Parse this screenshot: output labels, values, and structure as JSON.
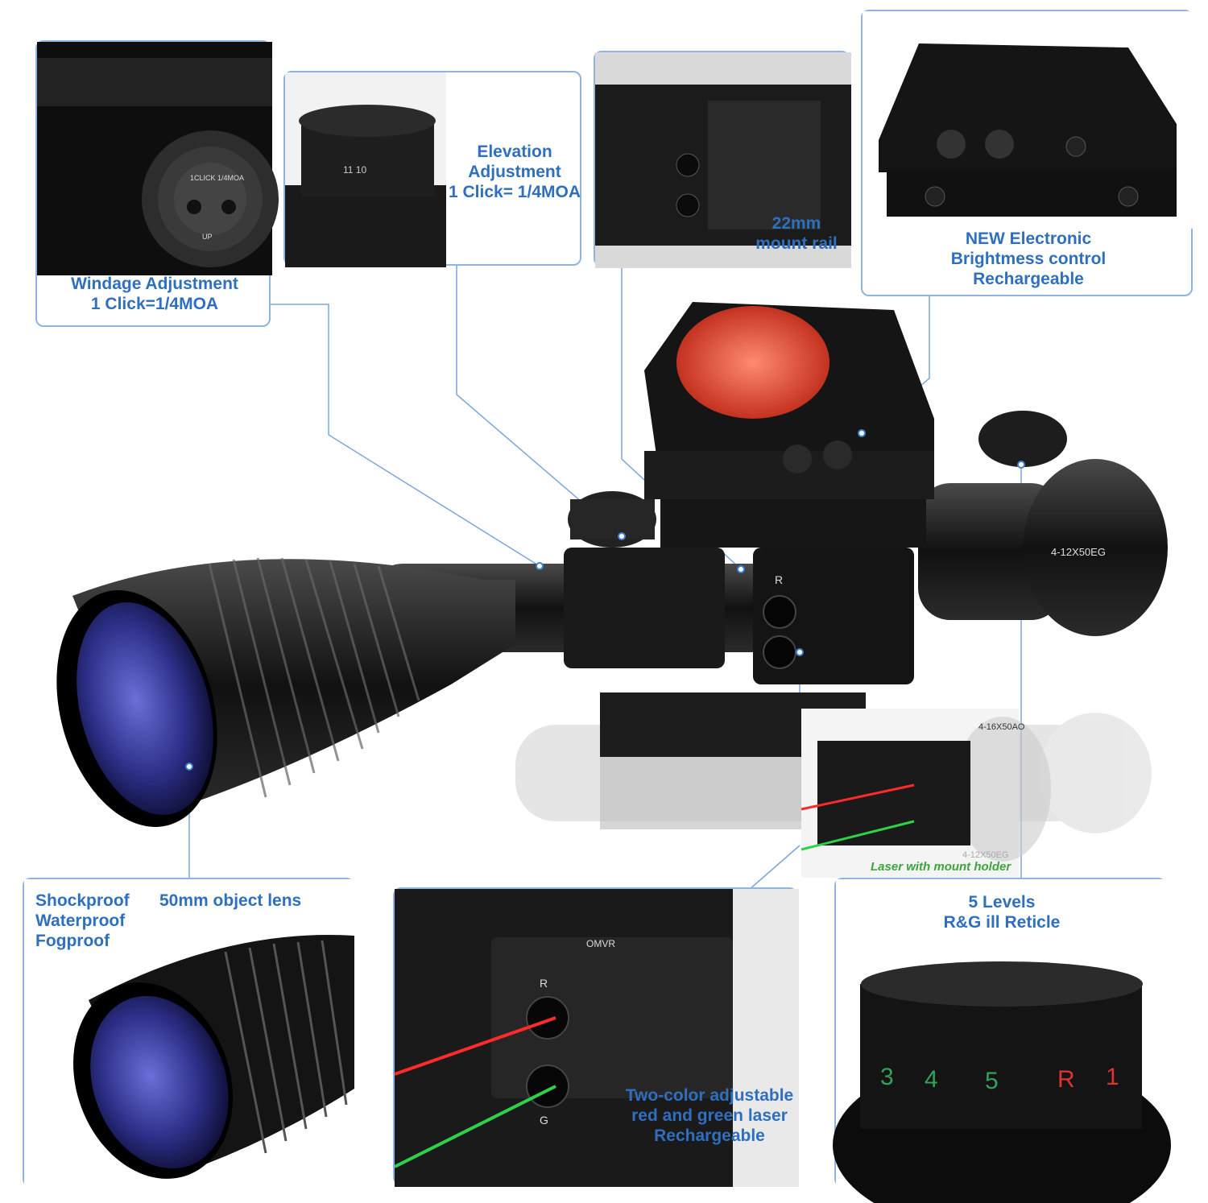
{
  "callouts": {
    "windage": {
      "title": "Windage Adjustment",
      "detail": "1 Click=1/4MOA"
    },
    "elevation": {
      "title": "Elevation",
      "title2": "Adjustment",
      "detail": "1 Click= 1/4MOA"
    },
    "mount_rail": {
      "title": "22mm",
      "title2": "mount rail"
    },
    "red_dot": {
      "line1": "NEW Electronic",
      "line2": "Brightmess control",
      "line3": "Rechargeable"
    },
    "lens": {
      "feature1": "Shockproof",
      "feature2": "Waterproof",
      "feature3": "Fogproof",
      "title": "50mm object lens"
    },
    "laser": {
      "line1": "Two-color adjustable",
      "line2": "red and green laser",
      "line3": "Rechargeable"
    },
    "reticle": {
      "line1": "5 Levels",
      "line2": "R&G ill Reticle"
    },
    "laser_holder": {
      "caption": "Laser with mount holder",
      "model": "4-16X50AO",
      "model_mirror": "4-12X50EG"
    }
  },
  "scope": {
    "model": "4-12X50EG"
  },
  "windage_knob": {
    "text": "1CLICK 1/4MOA",
    "arrow": "UP"
  },
  "elevation_knob": {
    "digits": "11  10"
  },
  "laser_unit": {
    "brand": "OMVR",
    "r_mark": "R",
    "g_mark": "G"
  },
  "reticle_dial": {
    "levels": [
      "3",
      "4",
      "5",
      "R",
      "1"
    ]
  },
  "colors": {
    "label_blue": "#2e6fbf",
    "border_blue": "#8fb4e0",
    "red_laser": "#ff2a2a",
    "green_laser": "#2fd14a",
    "reticle_green": "#2fa35a",
    "reticle_red": "#d33"
  }
}
